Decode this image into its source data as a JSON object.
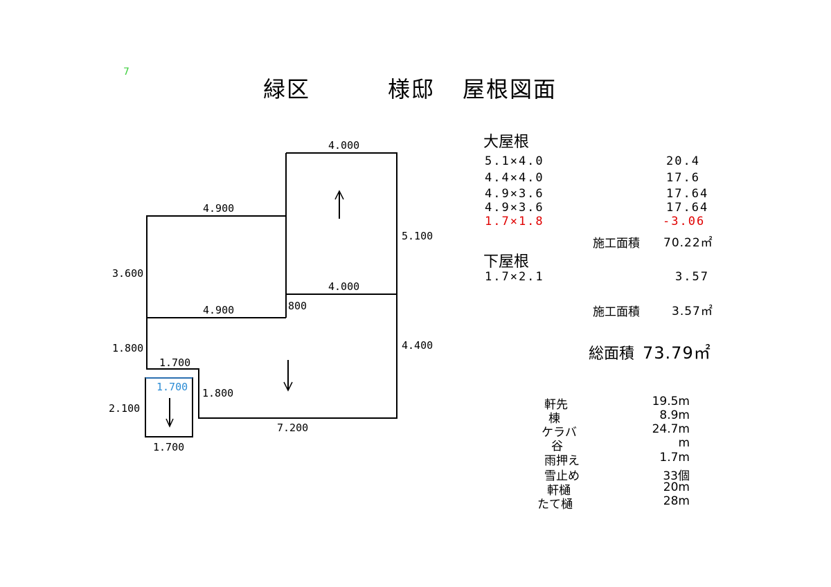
{
  "page_number": "7",
  "title": {
    "ward": "緑区",
    "suffix": "様邸",
    "doc": "屋根図面"
  },
  "main_roof": {
    "heading": "大屋根",
    "rows": [
      {
        "expr": "5.1×4.0",
        "value": "20.4"
      },
      {
        "expr": "4.4×4.0",
        "value": "17.6"
      },
      {
        "expr": "4.9×3.6",
        "value": "17.64"
      },
      {
        "expr": "4.9×3.6",
        "value": "17.64"
      },
      {
        "expr": "1.7×1.8",
        "value": "-3.06"
      }
    ],
    "area_label": "施工面積",
    "area_value": "70.22㎡"
  },
  "lower_roof": {
    "heading": "下屋根",
    "rows": [
      {
        "expr": "1.7×2.1",
        "value": "3.57"
      }
    ],
    "area_label": "施工面積",
    "area_value": "3.57㎡"
  },
  "total": {
    "label": "総面積",
    "value": "73.79㎡"
  },
  "materials": [
    {
      "name": "軒先",
      "value": "19.5m"
    },
    {
      "name": "棟",
      "value": "8.9m"
    },
    {
      "name": "ケラバ",
      "value": "24.7m"
    },
    {
      "name": "谷",
      "value": "m"
    },
    {
      "name": "雨押え",
      "value": "1.7m"
    },
    {
      "name": "雪止め",
      "value": "33個"
    },
    {
      "name": "軒樋",
      "value": "20m"
    },
    {
      "name": "たて樋",
      "value": "28m"
    }
  ],
  "dimensions": {
    "top_right_width": "4.000",
    "left_width": "4.900",
    "right_height": "5.100",
    "left_height": "3.600",
    "mid_width": "4.000",
    "mid_left_width": "4.900",
    "step": "800",
    "lower_right_height": "4.400",
    "left_lower_height": "1.800",
    "notch_width": "1.700",
    "notch_height": "1.800",
    "bottom_width": "7.200",
    "small_top_width": "1.700",
    "small_height": "2.100",
    "small_bottom_width": "1.700"
  },
  "colors": {
    "page_number": "#3ecf3e",
    "deduction": "#e00000",
    "small_label": "#2a8bd4",
    "small_edge": "#2a6fb0"
  }
}
